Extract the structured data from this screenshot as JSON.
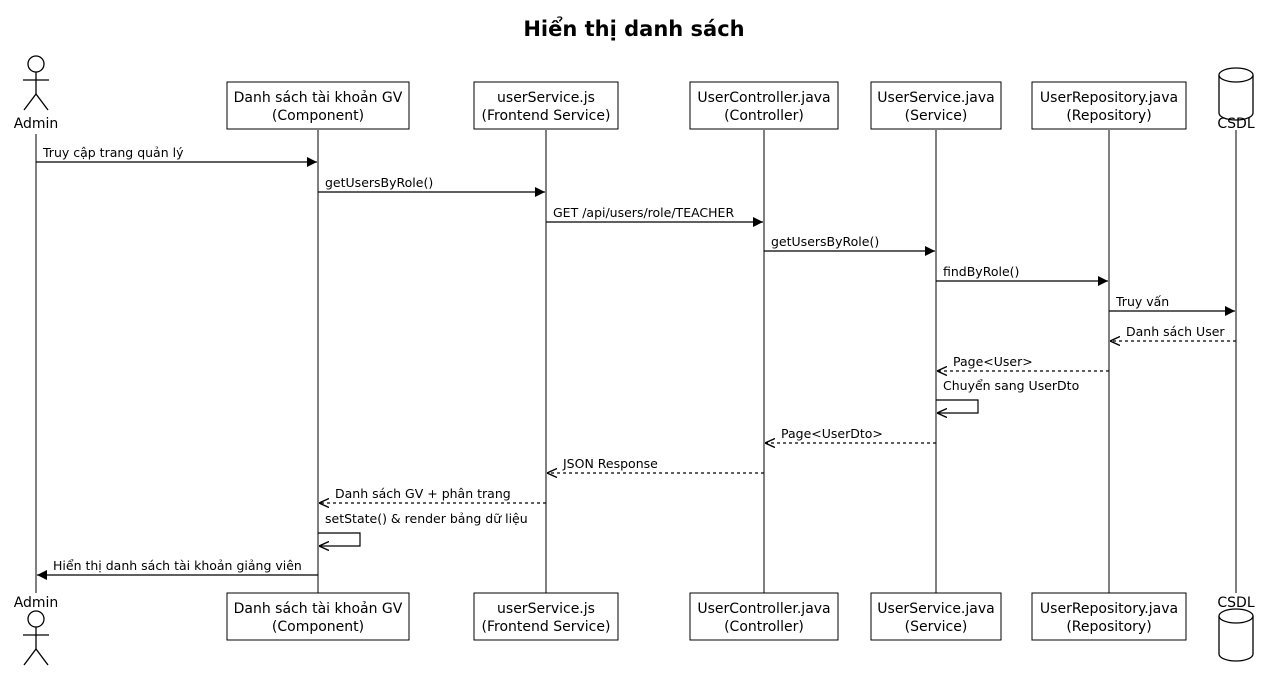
{
  "title": "Hiển thị danh sách",
  "participants": [
    {
      "id": "admin",
      "type": "actor",
      "label": "Admin"
    },
    {
      "id": "component",
      "type": "box",
      "line1": "Danh sách tài khoản GV",
      "line2": "(Component)"
    },
    {
      "id": "frontend",
      "type": "box",
      "line1": "userService.js",
      "line2": "(Frontend Service)"
    },
    {
      "id": "controller",
      "type": "box",
      "line1": "UserController.java",
      "line2": "(Controller)"
    },
    {
      "id": "service",
      "type": "box",
      "line1": "UserService.java",
      "line2": "(Service)"
    },
    {
      "id": "repository",
      "type": "box",
      "line1": "UserRepository.java",
      "line2": "(Repository)"
    },
    {
      "id": "db",
      "type": "database",
      "label": "CSDL"
    }
  ],
  "messages": [
    {
      "from": "admin",
      "to": "component",
      "label": "Truy cập trang quản lý",
      "style": "solid"
    },
    {
      "from": "component",
      "to": "frontend",
      "label": "getUsersByRole()",
      "style": "solid"
    },
    {
      "from": "frontend",
      "to": "controller",
      "label": "GET /api/users/role/TEACHER",
      "style": "solid"
    },
    {
      "from": "controller",
      "to": "service",
      "label": "getUsersByRole()",
      "style": "solid"
    },
    {
      "from": "service",
      "to": "repository",
      "label": "findByRole()",
      "style": "solid"
    },
    {
      "from": "repository",
      "to": "db",
      "label": "Truy vấn",
      "style": "solid"
    },
    {
      "from": "db",
      "to": "repository",
      "label": "Danh sách User",
      "style": "dashed"
    },
    {
      "from": "repository",
      "to": "service",
      "label": "Page<User>",
      "style": "dashed"
    },
    {
      "from": "service",
      "to": "service",
      "label": "Chuyển sang UserDto",
      "style": "self"
    },
    {
      "from": "service",
      "to": "controller",
      "label": "Page<UserDto>",
      "style": "dashed"
    },
    {
      "from": "controller",
      "to": "frontend",
      "label": "JSON Response",
      "style": "dashed"
    },
    {
      "from": "frontend",
      "to": "component",
      "label": "Danh sách GV + phân trang",
      "style": "dashed"
    },
    {
      "from": "component",
      "to": "component",
      "label": "setState() & render bảng dữ liệu",
      "style": "self"
    },
    {
      "from": "component",
      "to": "admin",
      "label": "Hiển thị danh sách tài khoản giảng viên",
      "style": "solid"
    }
  ]
}
